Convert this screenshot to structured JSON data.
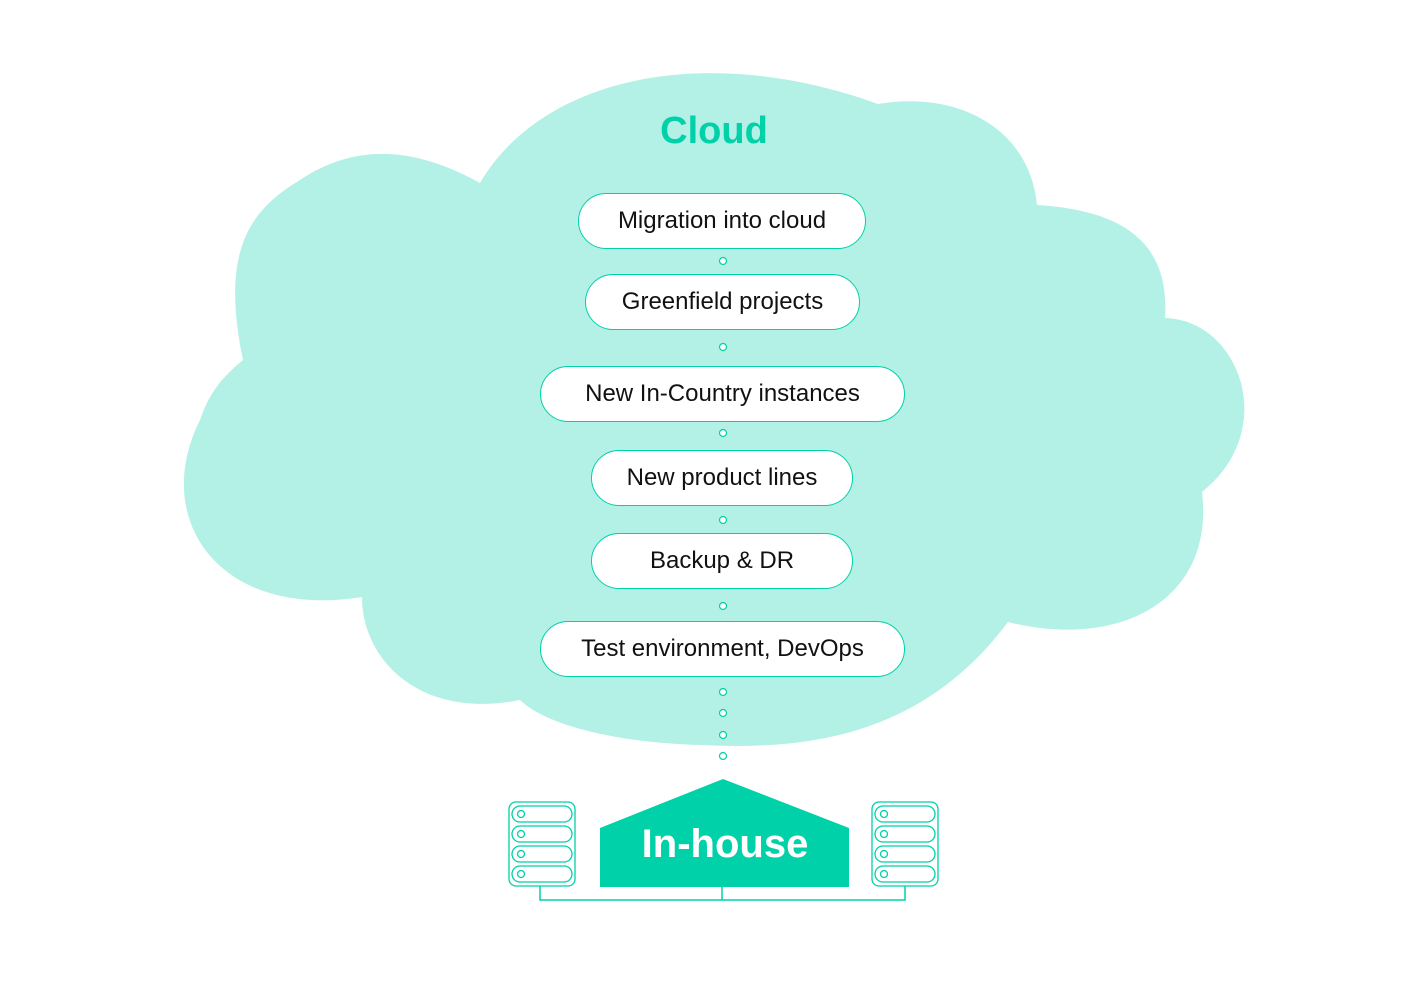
{
  "cloud": {
    "title": "Cloud",
    "items": [
      {
        "label": "Migration into cloud"
      },
      {
        "label": "Greenfield projects"
      },
      {
        "label": "New In-Country instances"
      },
      {
        "label": "New product lines"
      },
      {
        "label": "Backup & DR"
      },
      {
        "label": "Test environment, DevOps"
      }
    ]
  },
  "inhouse": {
    "label": "In-house"
  },
  "colors": {
    "accent": "#00d1a8",
    "cloud_fill": "#b3f1e6"
  }
}
